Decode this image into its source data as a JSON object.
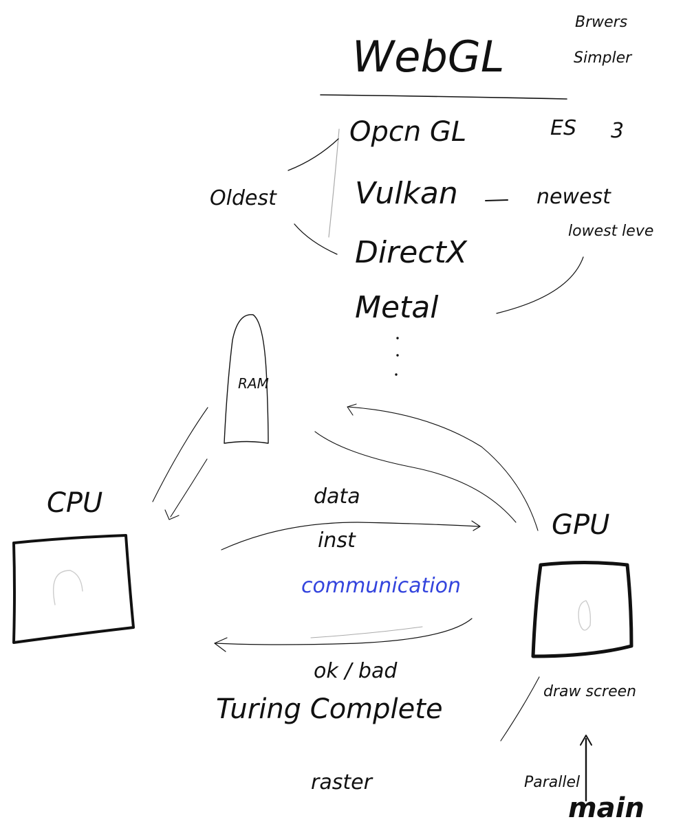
{
  "title": "WebGL",
  "browser_note": {
    "line1": "Brwers",
    "line2": "Simpler"
  },
  "apis": [
    {
      "label": "Opcn GL"
    },
    {
      "label": "Vulkan"
    },
    {
      "label": "DirectX"
    },
    {
      "label": "Metal"
    }
  ],
  "es_label": "ES",
  "es_version": "3",
  "oldest_label": "Oldest",
  "newest_label": "newest",
  "lowest_label": "lowest leve",
  "ram_label": "RAM",
  "cpu_label": "CPU",
  "gpu_label": "GPU",
  "data_label": "data",
  "inst_label": "inst",
  "communication_label": "communication",
  "ok_bad_label": "ok / bad",
  "turing_label": "Turing Complete",
  "raster_label": "raster",
  "draw_label": "draw screen",
  "parallel_label": "Parallel",
  "main_label": "main",
  "colors": {
    "ink": "#111111",
    "communication": "#3344dd",
    "faint": "#888888"
  }
}
